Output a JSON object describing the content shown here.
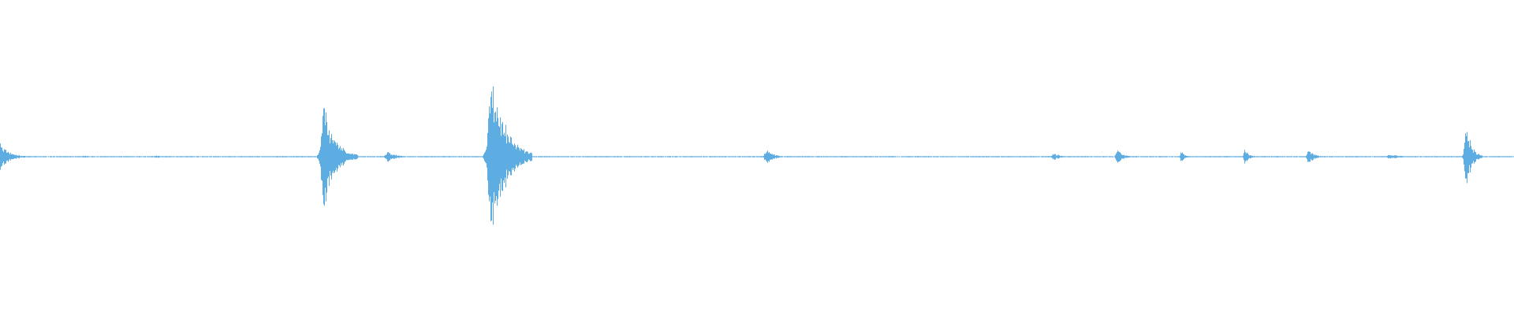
{
  "waveform": {
    "color": "#5dade2",
    "background": "#ffffff",
    "duration": 1,
    "amplitude_range": [
      -1,
      1
    ],
    "baseline_level": 0.006,
    "events": [
      {
        "time": 0.0,
        "peak": 0.16,
        "width": 0.008
      },
      {
        "time": 0.055,
        "peak": 0.012,
        "width": 0.01
      },
      {
        "time": 0.103,
        "peak": 0.015,
        "width": 0.006
      },
      {
        "time": 0.214,
        "peak": 0.6,
        "width": 0.01
      },
      {
        "time": 0.256,
        "peak": 0.06,
        "width": 0.007
      },
      {
        "time": 0.293,
        "peak": 0.008,
        "width": 0.008
      },
      {
        "time": 0.325,
        "peak": 1.0,
        "width": 0.012
      },
      {
        "time": 0.446,
        "peak": 0.008,
        "width": 0.008
      },
      {
        "time": 0.506,
        "peak": 0.09,
        "width": 0.006
      },
      {
        "time": 0.696,
        "peak": 0.04,
        "width": 0.006
      },
      {
        "time": 0.738,
        "peak": 0.09,
        "width": 0.005
      },
      {
        "time": 0.78,
        "peak": 0.07,
        "width": 0.003
      },
      {
        "time": 0.822,
        "peak": 0.08,
        "width": 0.004
      },
      {
        "time": 0.864,
        "peak": 0.09,
        "width": 0.005
      },
      {
        "time": 0.918,
        "peak": 0.03,
        "width": 0.008
      },
      {
        "time": 0.968,
        "peak": 0.42,
        "width": 0.005
      }
    ]
  }
}
